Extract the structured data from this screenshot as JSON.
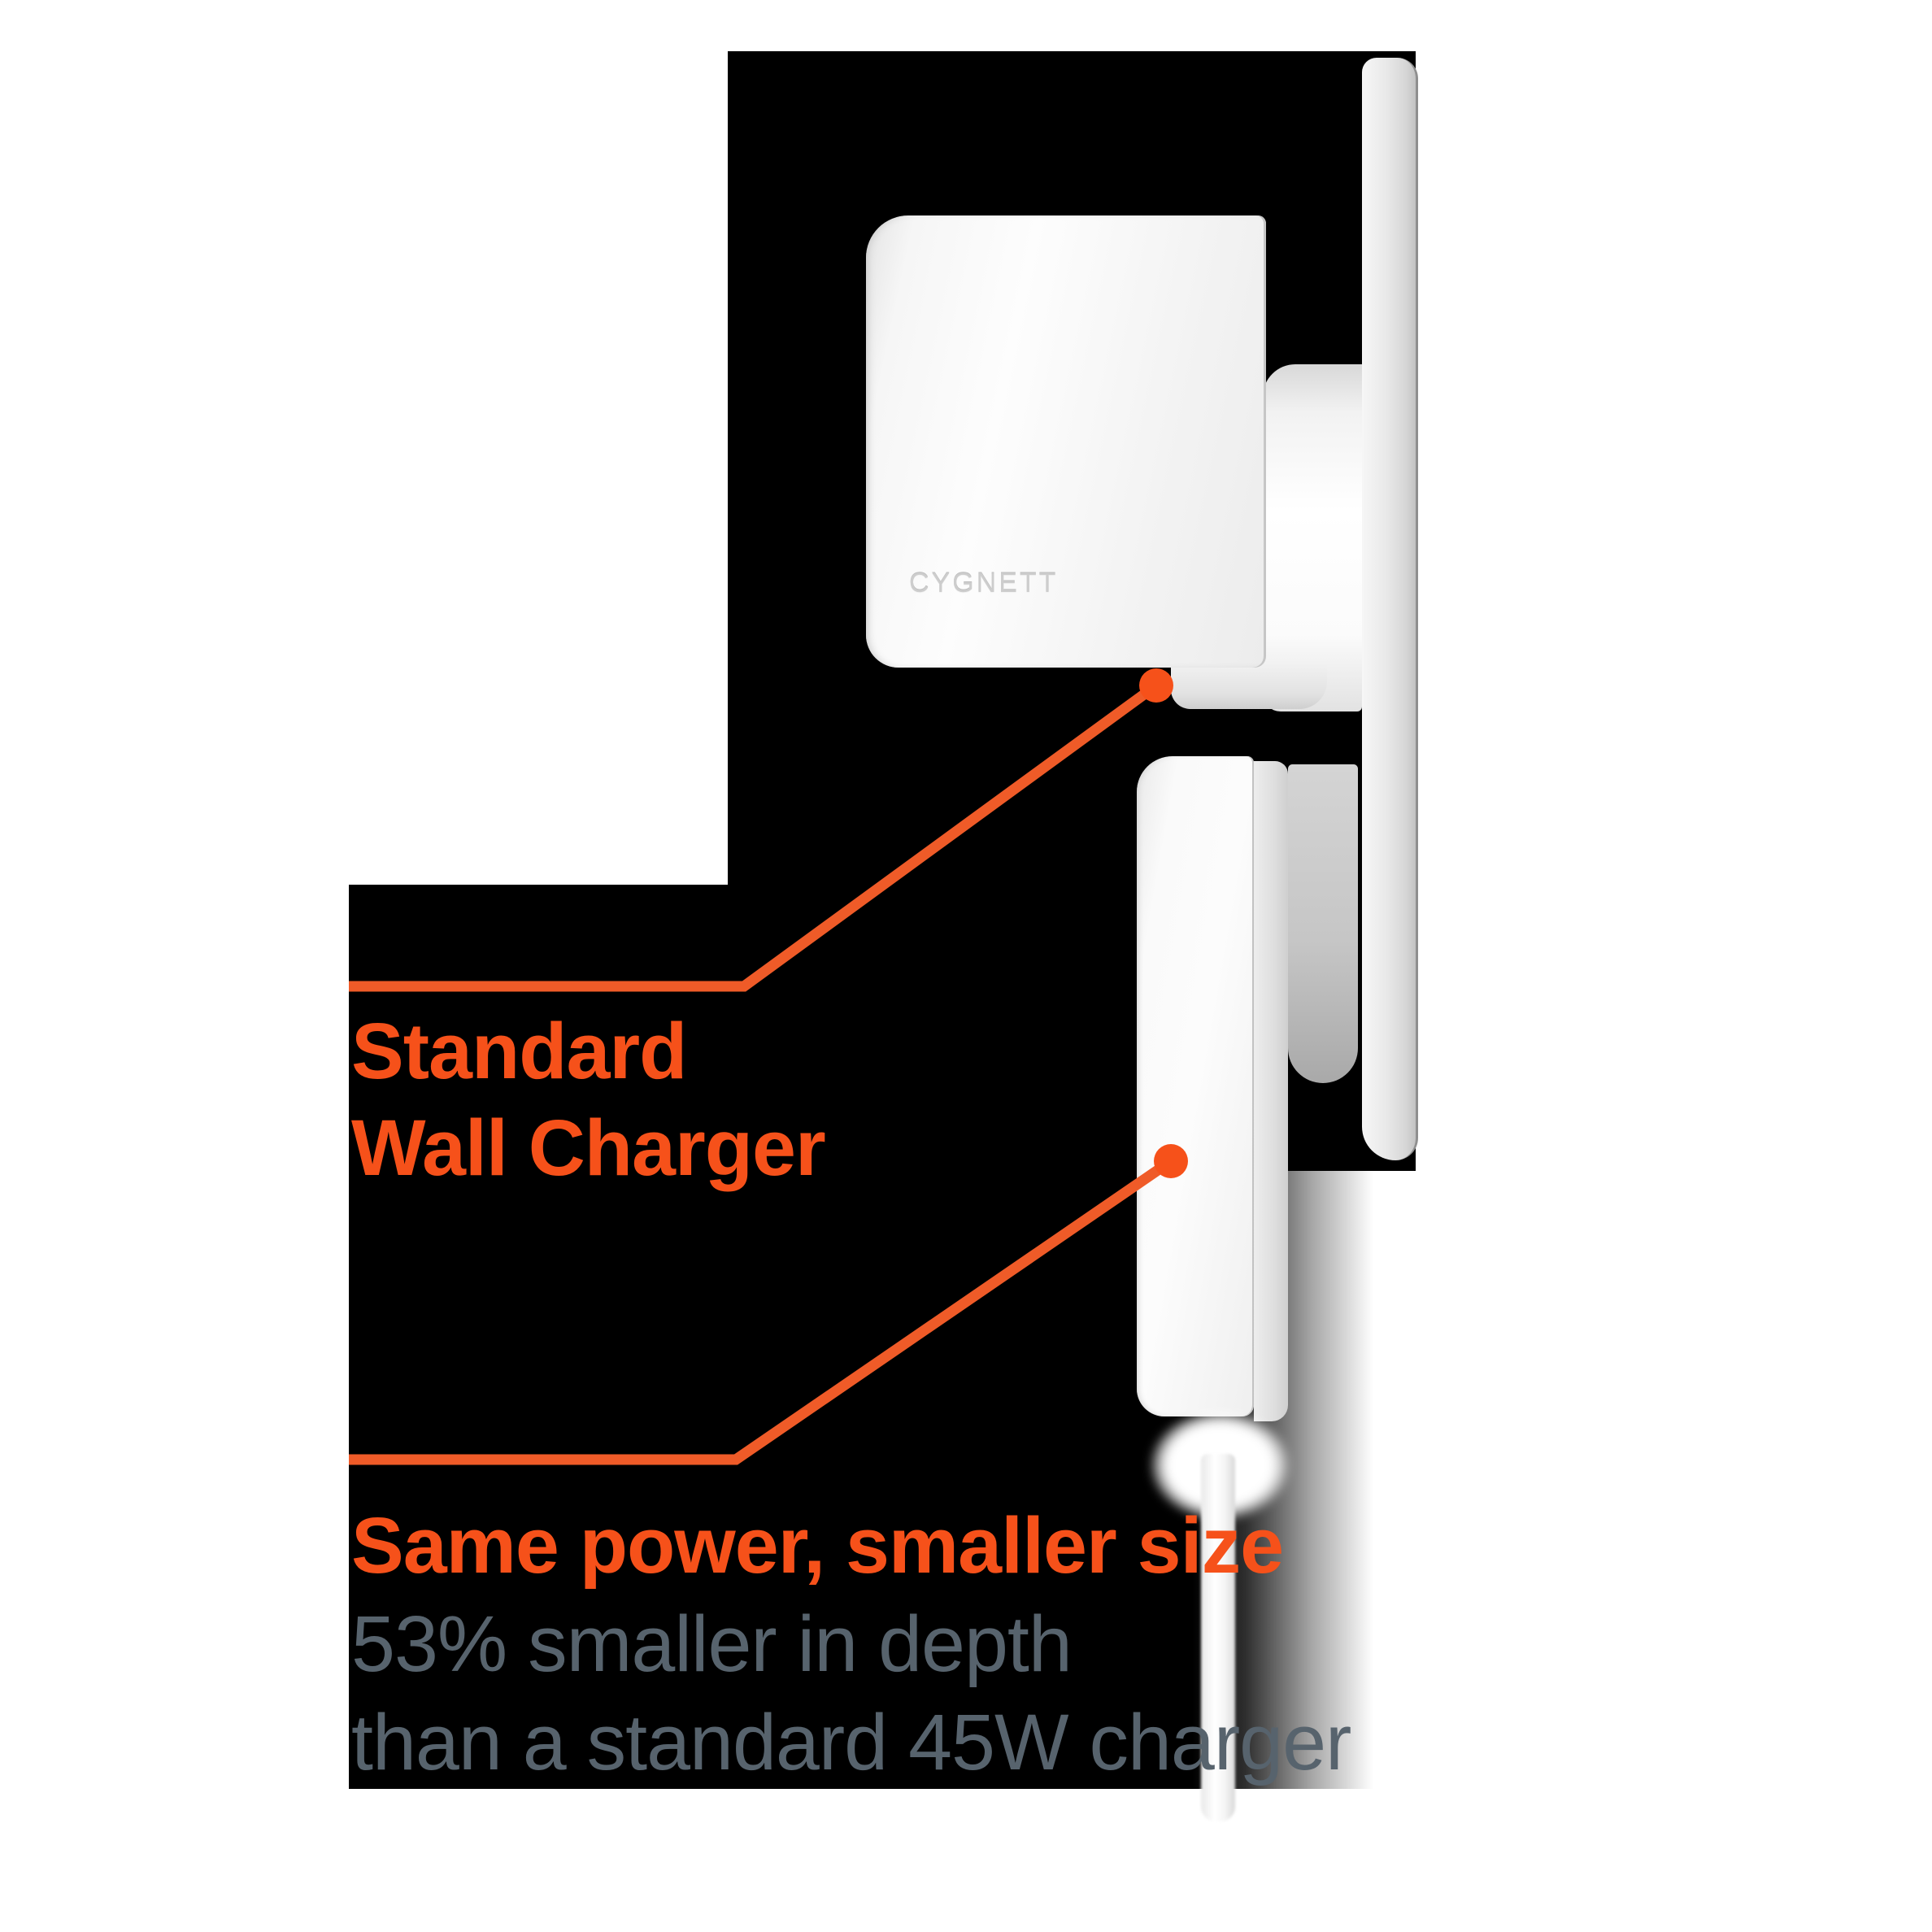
{
  "product": {
    "brand_logo": "CYGNETT"
  },
  "annotations": {
    "callout1": {
      "label_line1": "Standard",
      "label_line2": "Wall Charger"
    },
    "callout2": {
      "heading": "Same power, smaller size",
      "subline1": "53% smaller in depth",
      "subline2": "than a standard 45W charger"
    }
  },
  "colors": {
    "accent_orange": "#F6511A",
    "line_orange": "#EF5B28",
    "subtext_gray": "#57636D",
    "backdrop_black": "#000000",
    "page_background": "#FFFFFF"
  }
}
